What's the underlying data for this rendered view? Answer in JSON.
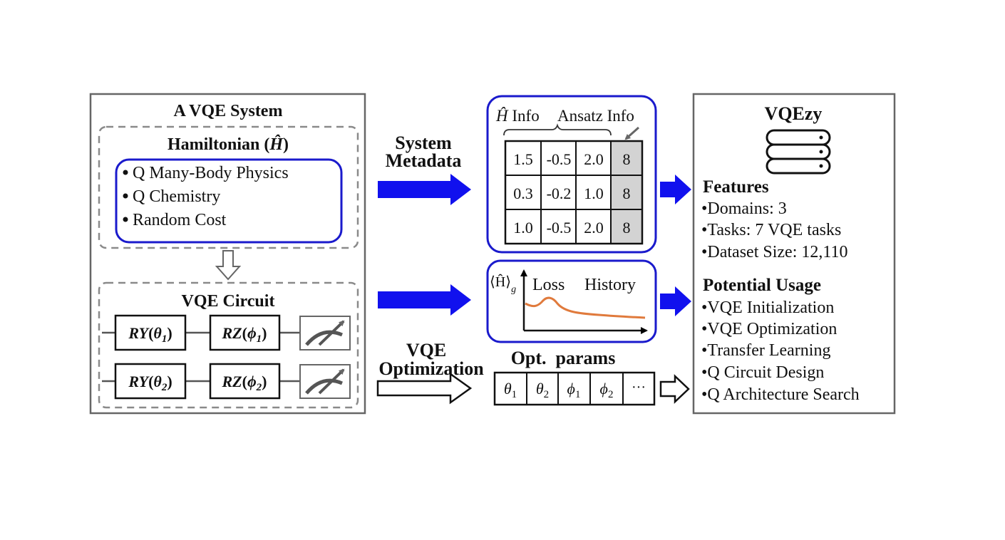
{
  "system": {
    "title": "A VQE System",
    "hamiltonian": {
      "title_prefix": "Hamiltonian (",
      "title_symbol": "Ĥ",
      "title_suffix": ")",
      "items": [
        "Q Many-Body Physics",
        "Q Chemistry",
        "Random Cost"
      ]
    },
    "circuit": {
      "title": "VQE Circuit",
      "rows": [
        {
          "g1": "RY",
          "p1": "θ",
          "s1": "1",
          "g2": "RZ",
          "p2": "ϕ",
          "s2": "1"
        },
        {
          "g1": "RY",
          "p1": "θ",
          "s1": "2",
          "g2": "RZ",
          "p2": "ϕ",
          "s2": "2"
        }
      ]
    }
  },
  "arrows": {
    "metadata_line1": "System",
    "metadata_line2": "Metadata",
    "optimization_line1": "VQE",
    "optimization_line2": "Optimization"
  },
  "metadata_panel": {
    "h_symbol": "Ĥ",
    "h_info": " Info",
    "ansatz_info": "Ansatz Info",
    "table": [
      [
        "1.5",
        "-0.5",
        "2.0",
        "8"
      ],
      [
        "0.3",
        "-0.2",
        "1.0",
        "8"
      ],
      [
        "1.0",
        "-0.5",
        "2.0",
        "8"
      ]
    ]
  },
  "loss_panel": {
    "y_label": "⟨Ĥ⟩",
    "y_sub": "g",
    "label_loss": "Loss",
    "label_history": "History"
  },
  "opt_params": {
    "title": "Opt.  params",
    "cells": [
      {
        "base": "θ",
        "sub": "1"
      },
      {
        "base": "θ",
        "sub": "2"
      },
      {
        "base": "ϕ",
        "sub": "1"
      },
      {
        "base": "ϕ",
        "sub": "2"
      },
      {
        "base": "···",
        "sub": ""
      }
    ]
  },
  "vqezy": {
    "title": "VQEzy",
    "features_title": "Features",
    "features": [
      "•Domains: 3",
      "•Tasks: 7 VQE tasks",
      "•Dataset Size: 12,110"
    ],
    "usage_title": "Potential Usage",
    "usage": [
      "•VQE Initialization",
      "•VQE Optimization",
      "•Transfer Learning",
      "•Q Circuit Design",
      "•Q Architecture Search"
    ]
  },
  "colors": {
    "blue_arrow": "#1111ee",
    "blue_border": "#1a1acc",
    "gray_border": "#666666",
    "dashed": "#8a8a8a",
    "loss_curve": "#e07a3c",
    "shaded_cell": "#d3d3d3"
  }
}
